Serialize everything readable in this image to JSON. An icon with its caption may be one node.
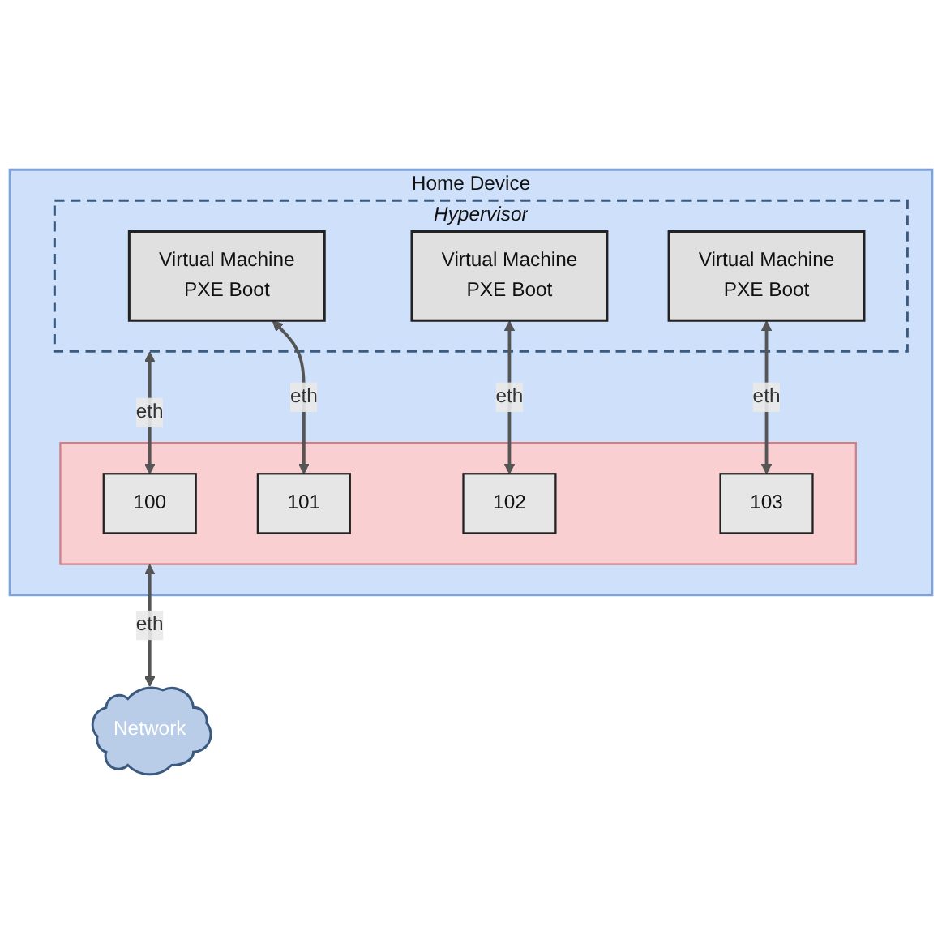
{
  "diagram": {
    "nodes": [
      {
        "text": [
          "Home Device"
        ]
      },
      {
        "text": [
          "Hypervisor"
        ],
        "in": 0
      },
      {
        "text": [
          "Virtual Machine",
          "PXE Boot"
        ],
        "in": 1
      },
      {
        "text": [
          "Virtual Machine",
          "PXE Boot"
        ],
        "in": 1
      },
      {
        "text": [
          "Virtual Machine",
          "PXE Boot"
        ],
        "in": 1
      },
      {
        "text": [],
        "shape": "box",
        "in": 0
      },
      {
        "text": [
          "100"
        ],
        "in": 5
      },
      {
        "text": [
          "101"
        ],
        "in": 5
      },
      {
        "text": [
          "102"
        ],
        "in": 5
      },
      {
        "text": [
          "103"
        ],
        "in": 5
      },
      {
        "text": [
          "Network"
        ]
      }
    ],
    "edges": [
      {
        "from": 1,
        "to": 6,
        "arrow": "both",
        "label": "eth"
      },
      {
        "from": 2,
        "to": 7,
        "arrow": "both",
        "label": "eth"
      },
      {
        "from": 3,
        "to": 8,
        "arrow": "both",
        "label": "eth"
      },
      {
        "from": 4,
        "to": 9,
        "arrow": "both",
        "label": "eth"
      },
      {
        "from": 5,
        "to": 10,
        "arrow": "both",
        "label": "eth"
      }
    ]
  }
}
